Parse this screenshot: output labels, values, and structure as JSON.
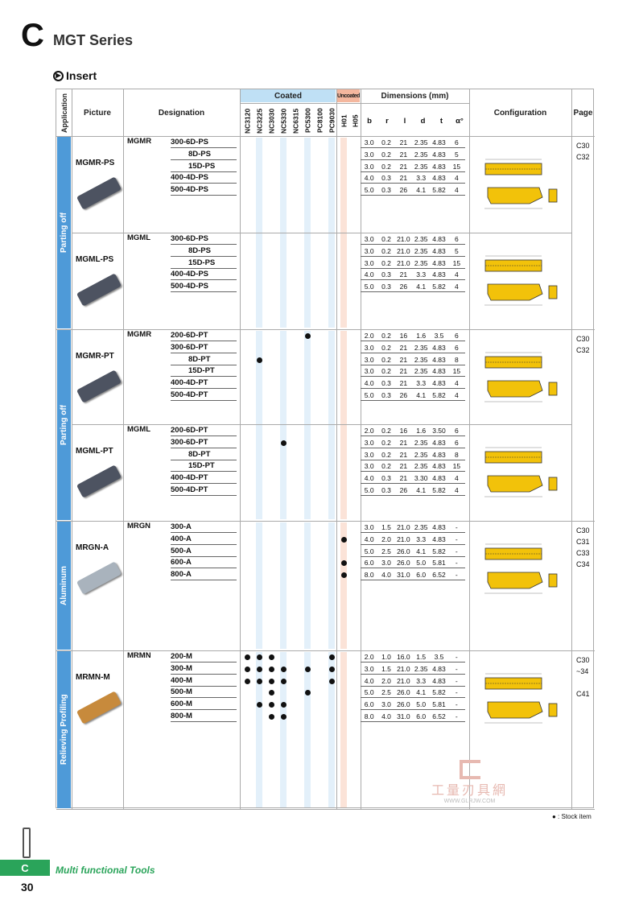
{
  "header": {
    "letter": "C",
    "title": "MGT Series"
  },
  "section_title": "Insert",
  "table_headers": {
    "application": "Application",
    "picture": "Picture",
    "designation": "Designation",
    "coated": "Coated",
    "uncoated": "Uncoated",
    "dimensions": "Dimensions (mm)",
    "configuration": "Configuration",
    "page": "Page"
  },
  "coated_grades": [
    "NC3120",
    "NC3225",
    "NC3030",
    "NC5330",
    "NC6315",
    "PC5300",
    "PC8100",
    "PC9030"
  ],
  "uncoated_grades": [
    "H01",
    "H05"
  ],
  "dim_headers": [
    "b",
    "r",
    "l",
    "d",
    "t",
    "α°"
  ],
  "groups": [
    {
      "application": "Parting off",
      "blocks": [
        {
          "picture": "MGMR-PS",
          "prefix": "MGMR",
          "pages": [
            "C30",
            "C32"
          ],
          "rows": [
            {
              "des": "300-6D-PS",
              "indent": false,
              "dims": [
                "3.0",
                "0.2",
                "21",
                "2.35",
                "4.83",
                "6"
              ],
              "dots": []
            },
            {
              "des": "8D-PS",
              "indent": true,
              "dims": [
                "3.0",
                "0.2",
                "21",
                "2.35",
                "4.83",
                "5"
              ],
              "dots": []
            },
            {
              "des": "15D-PS",
              "indent": true,
              "dims": [
                "3.0",
                "0.2",
                "21",
                "2.35",
                "4.83",
                "15"
              ],
              "dots": []
            },
            {
              "des": "400-4D-PS",
              "indent": false,
              "dims": [
                "4.0",
                "0.3",
                "21",
                "3.3",
                "4.83",
                "4"
              ],
              "dots": []
            },
            {
              "des": "500-4D-PS",
              "indent": false,
              "dims": [
                "5.0",
                "0.3",
                "26",
                "4.1",
                "5.82",
                "4"
              ],
              "dots": []
            }
          ]
        },
        {
          "picture": "MGML-PS",
          "prefix": "MGML",
          "pages": [],
          "rows": [
            {
              "des": "300-6D-PS",
              "indent": false,
              "dims": [
                "3.0",
                "0.2",
                "21.0",
                "2.35",
                "4.83",
                "6"
              ],
              "dots": []
            },
            {
              "des": "8D-PS",
              "indent": true,
              "dims": [
                "3.0",
                "0.2",
                "21.0",
                "2.35",
                "4.83",
                "5"
              ],
              "dots": []
            },
            {
              "des": "15D-PS",
              "indent": true,
              "dims": [
                "3.0",
                "0.2",
                "21.0",
                "2.35",
                "4.83",
                "15"
              ],
              "dots": []
            },
            {
              "des": "400-4D-PS",
              "indent": false,
              "dims": [
                "4.0",
                "0.3",
                "21",
                "3.3",
                "4.83",
                "4"
              ],
              "dots": []
            },
            {
              "des": "500-4D-PS",
              "indent": false,
              "dims": [
                "5.0",
                "0.3",
                "26",
                "4.1",
                "5.82",
                "4"
              ],
              "dots": []
            }
          ]
        }
      ]
    },
    {
      "application": "Parting off",
      "blocks": [
        {
          "picture": "MGMR-PT",
          "prefix": "MGMR",
          "pages": [
            "C30",
            "C32"
          ],
          "rows": [
            {
              "des": "200-6D-PT",
              "indent": false,
              "dims": [
                "2.0",
                "0.2",
                "16",
                "1.6",
                "3.5",
                "6"
              ],
              "dots": [
                5
              ]
            },
            {
              "des": "300-6D-PT",
              "indent": false,
              "dims": [
                "3.0",
                "0.2",
                "21",
                "2.35",
                "4.83",
                "6"
              ],
              "dots": []
            },
            {
              "des": "8D-PT",
              "indent": true,
              "dims": [
                "3.0",
                "0.2",
                "21",
                "2.35",
                "4.83",
                "8"
              ],
              "dots": [
                1
              ]
            },
            {
              "des": "15D-PT",
              "indent": true,
              "dims": [
                "3.0",
                "0.2",
                "21",
                "2.35",
                "4.83",
                "15"
              ],
              "dots": []
            },
            {
              "des": "400-4D-PT",
              "indent": false,
              "dims": [
                "4.0",
                "0.3",
                "21",
                "3.3",
                "4.83",
                "4"
              ],
              "dots": []
            },
            {
              "des": "500-4D-PT",
              "indent": false,
              "dims": [
                "5.0",
                "0.3",
                "26",
                "4.1",
                "5.82",
                "4"
              ],
              "dots": []
            }
          ]
        },
        {
          "picture": "MGML-PT",
          "prefix": "MGML",
          "pages": [],
          "rows": [
            {
              "des": "200-6D-PT",
              "indent": false,
              "dims": [
                "2.0",
                "0.2",
                "16",
                "1.6",
                "3.50",
                "6"
              ],
              "dots": []
            },
            {
              "des": "300-6D-PT",
              "indent": false,
              "dims": [
                "3.0",
                "0.2",
                "21",
                "2.35",
                "4.83",
                "6"
              ],
              "dots": [
                3
              ]
            },
            {
              "des": "8D-PT",
              "indent": true,
              "dims": [
                "3.0",
                "0.2",
                "21",
                "2.35",
                "4.83",
                "8"
              ],
              "dots": []
            },
            {
              "des": "15D-PT",
              "indent": true,
              "dims": [
                "3.0",
                "0.2",
                "21",
                "2.35",
                "4.83",
                "15"
              ],
              "dots": []
            },
            {
              "des": "400-4D-PT",
              "indent": false,
              "dims": [
                "4.0",
                "0.3",
                "21",
                "3.30",
                "4.83",
                "4"
              ],
              "dots": []
            },
            {
              "des": "500-4D-PT",
              "indent": false,
              "dims": [
                "5.0",
                "0.3",
                "26",
                "4.1",
                "5.82",
                "4"
              ],
              "dots": []
            }
          ]
        }
      ]
    },
    {
      "application": "Aluminum",
      "blocks": [
        {
          "picture": "MRGN-A",
          "prefix": "MRGN",
          "pages": [
            "C30",
            "C31",
            "C33",
            "C34"
          ],
          "rows": [
            {
              "des": "300-A",
              "indent": false,
              "dims": [
                "3.0",
                "1.5",
                "21.0",
                "2.35",
                "4.83",
                "-"
              ],
              "dots": []
            },
            {
              "des": "400-A",
              "indent": false,
              "dims": [
                "4.0",
                "2.0",
                "21.0",
                "3.3",
                "4.83",
                "-"
              ],
              "dots": [
                8
              ]
            },
            {
              "des": "500-A",
              "indent": false,
              "dims": [
                "5.0",
                "2.5",
                "26.0",
                "4.1",
                "5.82",
                "-"
              ],
              "dots": []
            },
            {
              "des": "600-A",
              "indent": false,
              "dims": [
                "6.0",
                "3.0",
                "26.0",
                "5.0",
                "5.81",
                "-"
              ],
              "dots": [
                8
              ]
            },
            {
              "des": "800-A",
              "indent": false,
              "dims": [
                "8.0",
                "4.0",
                "31.0",
                "6.0",
                "6.52",
                "-"
              ],
              "dots": [
                8
              ]
            }
          ]
        }
      ]
    },
    {
      "application": "Relieving Profiling",
      "blocks": [
        {
          "picture": "MRMN-M",
          "prefix": "MRMN",
          "pages": [
            "C30",
            "~34",
            "",
            "C41"
          ],
          "rows": [
            {
              "des": "200-M",
              "indent": false,
              "dims": [
                "2.0",
                "1.0",
                "16.0",
                "1.5",
                "3.5",
                "-"
              ],
              "dots": [
                0,
                1,
                2,
                7
              ]
            },
            {
              "des": "300-M",
              "indent": false,
              "dims": [
                "3.0",
                "1.5",
                "21.0",
                "2.35",
                "4.83",
                "-"
              ],
              "dots": [
                0,
                1,
                2,
                3,
                5,
                7
              ]
            },
            {
              "des": "400-M",
              "indent": false,
              "dims": [
                "4.0",
                "2.0",
                "21.0",
                "3.3",
                "4.83",
                "-"
              ],
              "dots": [
                0,
                1,
                2,
                3,
                7
              ]
            },
            {
              "des": "500-M",
              "indent": false,
              "dims": [
                "5.0",
                "2.5",
                "26.0",
                "4.1",
                "5.82",
                "-"
              ],
              "dots": [
                2,
                5
              ]
            },
            {
              "des": "600-M",
              "indent": false,
              "dims": [
                "6.0",
                "3.0",
                "26.0",
                "5.0",
                "5.81",
                "-"
              ],
              "dots": [
                1,
                2,
                3
              ]
            },
            {
              "des": "800-M",
              "indent": false,
              "dims": [
                "8.0",
                "4.0",
                "31.0",
                "6.0",
                "6.52",
                "-"
              ],
              "dots": [
                2,
                3
              ]
            }
          ]
        }
      ]
    }
  ],
  "stock_note": "● : Stock item",
  "watermark": {
    "cn": "工量刃具網",
    "url": "WWW.GLRJW.COM"
  },
  "footer": {
    "tab_letter": "C",
    "section": "Multi functional Tools",
    "page_number": "30"
  },
  "colors": {
    "accent_blue": "#4e9ad8",
    "accent_green": "#2aa45a",
    "coated_bg": "#bfe0f5",
    "uncoated_bg": "#f4b79e",
    "insert_gold": "#f2c20a"
  }
}
